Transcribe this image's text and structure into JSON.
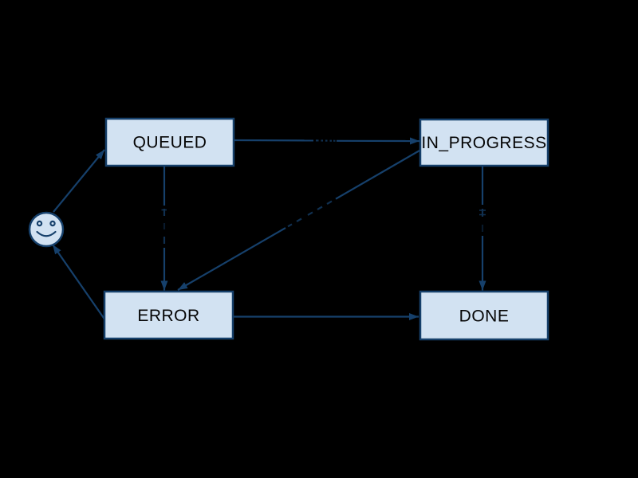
{
  "diagram": {
    "type": "state-machine-flowchart",
    "background_color": "#000000",
    "node_fill_color": "#d2e2f2",
    "line_color": "#16406b",
    "node_text_color": "#050505",
    "nodes": [
      {
        "id": "queued",
        "label": "QUEUED",
        "shape": "rectangle"
      },
      {
        "id": "in_progress",
        "label": "IN_PROGRESS",
        "shape": "rectangle"
      },
      {
        "id": "error",
        "label": "ERROR",
        "shape": "rectangle"
      },
      {
        "id": "done",
        "label": "DONE",
        "shape": "rectangle"
      },
      {
        "id": "user",
        "label": "",
        "shape": "smiley-face"
      }
    ],
    "edges": [
      {
        "from": "user",
        "to": "queued",
        "label": ""
      },
      {
        "from": "queued",
        "to": "in_progress",
        "label": "",
        "label_illegible": true
      },
      {
        "from": "queued",
        "to": "error",
        "label": "",
        "label_illegible": true
      },
      {
        "from": "in_progress",
        "to": "error",
        "label": "",
        "label_illegible": true
      },
      {
        "from": "in_progress",
        "to": "done",
        "label": "",
        "label_illegible": true
      },
      {
        "from": "error",
        "to": "done",
        "label": ""
      },
      {
        "from": "error",
        "to": "user",
        "label": ""
      }
    ]
  }
}
